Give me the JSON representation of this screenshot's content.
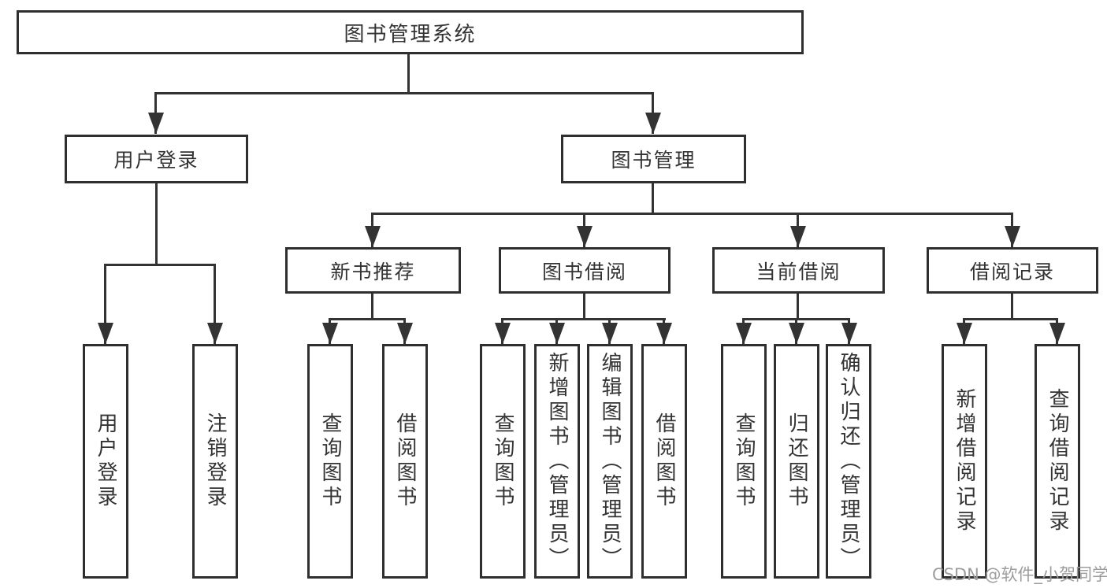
{
  "tree": {
    "label": "图书管理系统",
    "children": [
      {
        "label": "用户登录",
        "children": [
          {
            "label": "用户登录"
          },
          {
            "label": "注销登录"
          }
        ]
      },
      {
        "label": "图书管理",
        "children": [
          {
            "label": "新书推荐",
            "children": [
              {
                "label": "查询图书"
              },
              {
                "label": "借阅图书"
              }
            ]
          },
          {
            "label": "图书借阅",
            "children": [
              {
                "label": "查询图书"
              },
              {
                "label": "新增图书（管理员）"
              },
              {
                "label": "编辑图书（管理员）"
              },
              {
                "label": "借阅图书"
              }
            ]
          },
          {
            "label": "当前借阅",
            "children": [
              {
                "label": "查询图书"
              },
              {
                "label": "归还图书"
              },
              {
                "label": "确认归还（管理员）"
              }
            ]
          },
          {
            "label": "借阅记录",
            "children": [
              {
                "label": "新增借阅记录"
              },
              {
                "label": "查询借阅记录"
              }
            ]
          }
        ]
      }
    ]
  },
  "watermark": "CSDN @软件_小贺同学",
  "colors": {
    "line": "#333333",
    "border": "#2f2f2f",
    "text": "#333333",
    "watermark": "#9d9d9d",
    "background": "#ffffff"
  }
}
